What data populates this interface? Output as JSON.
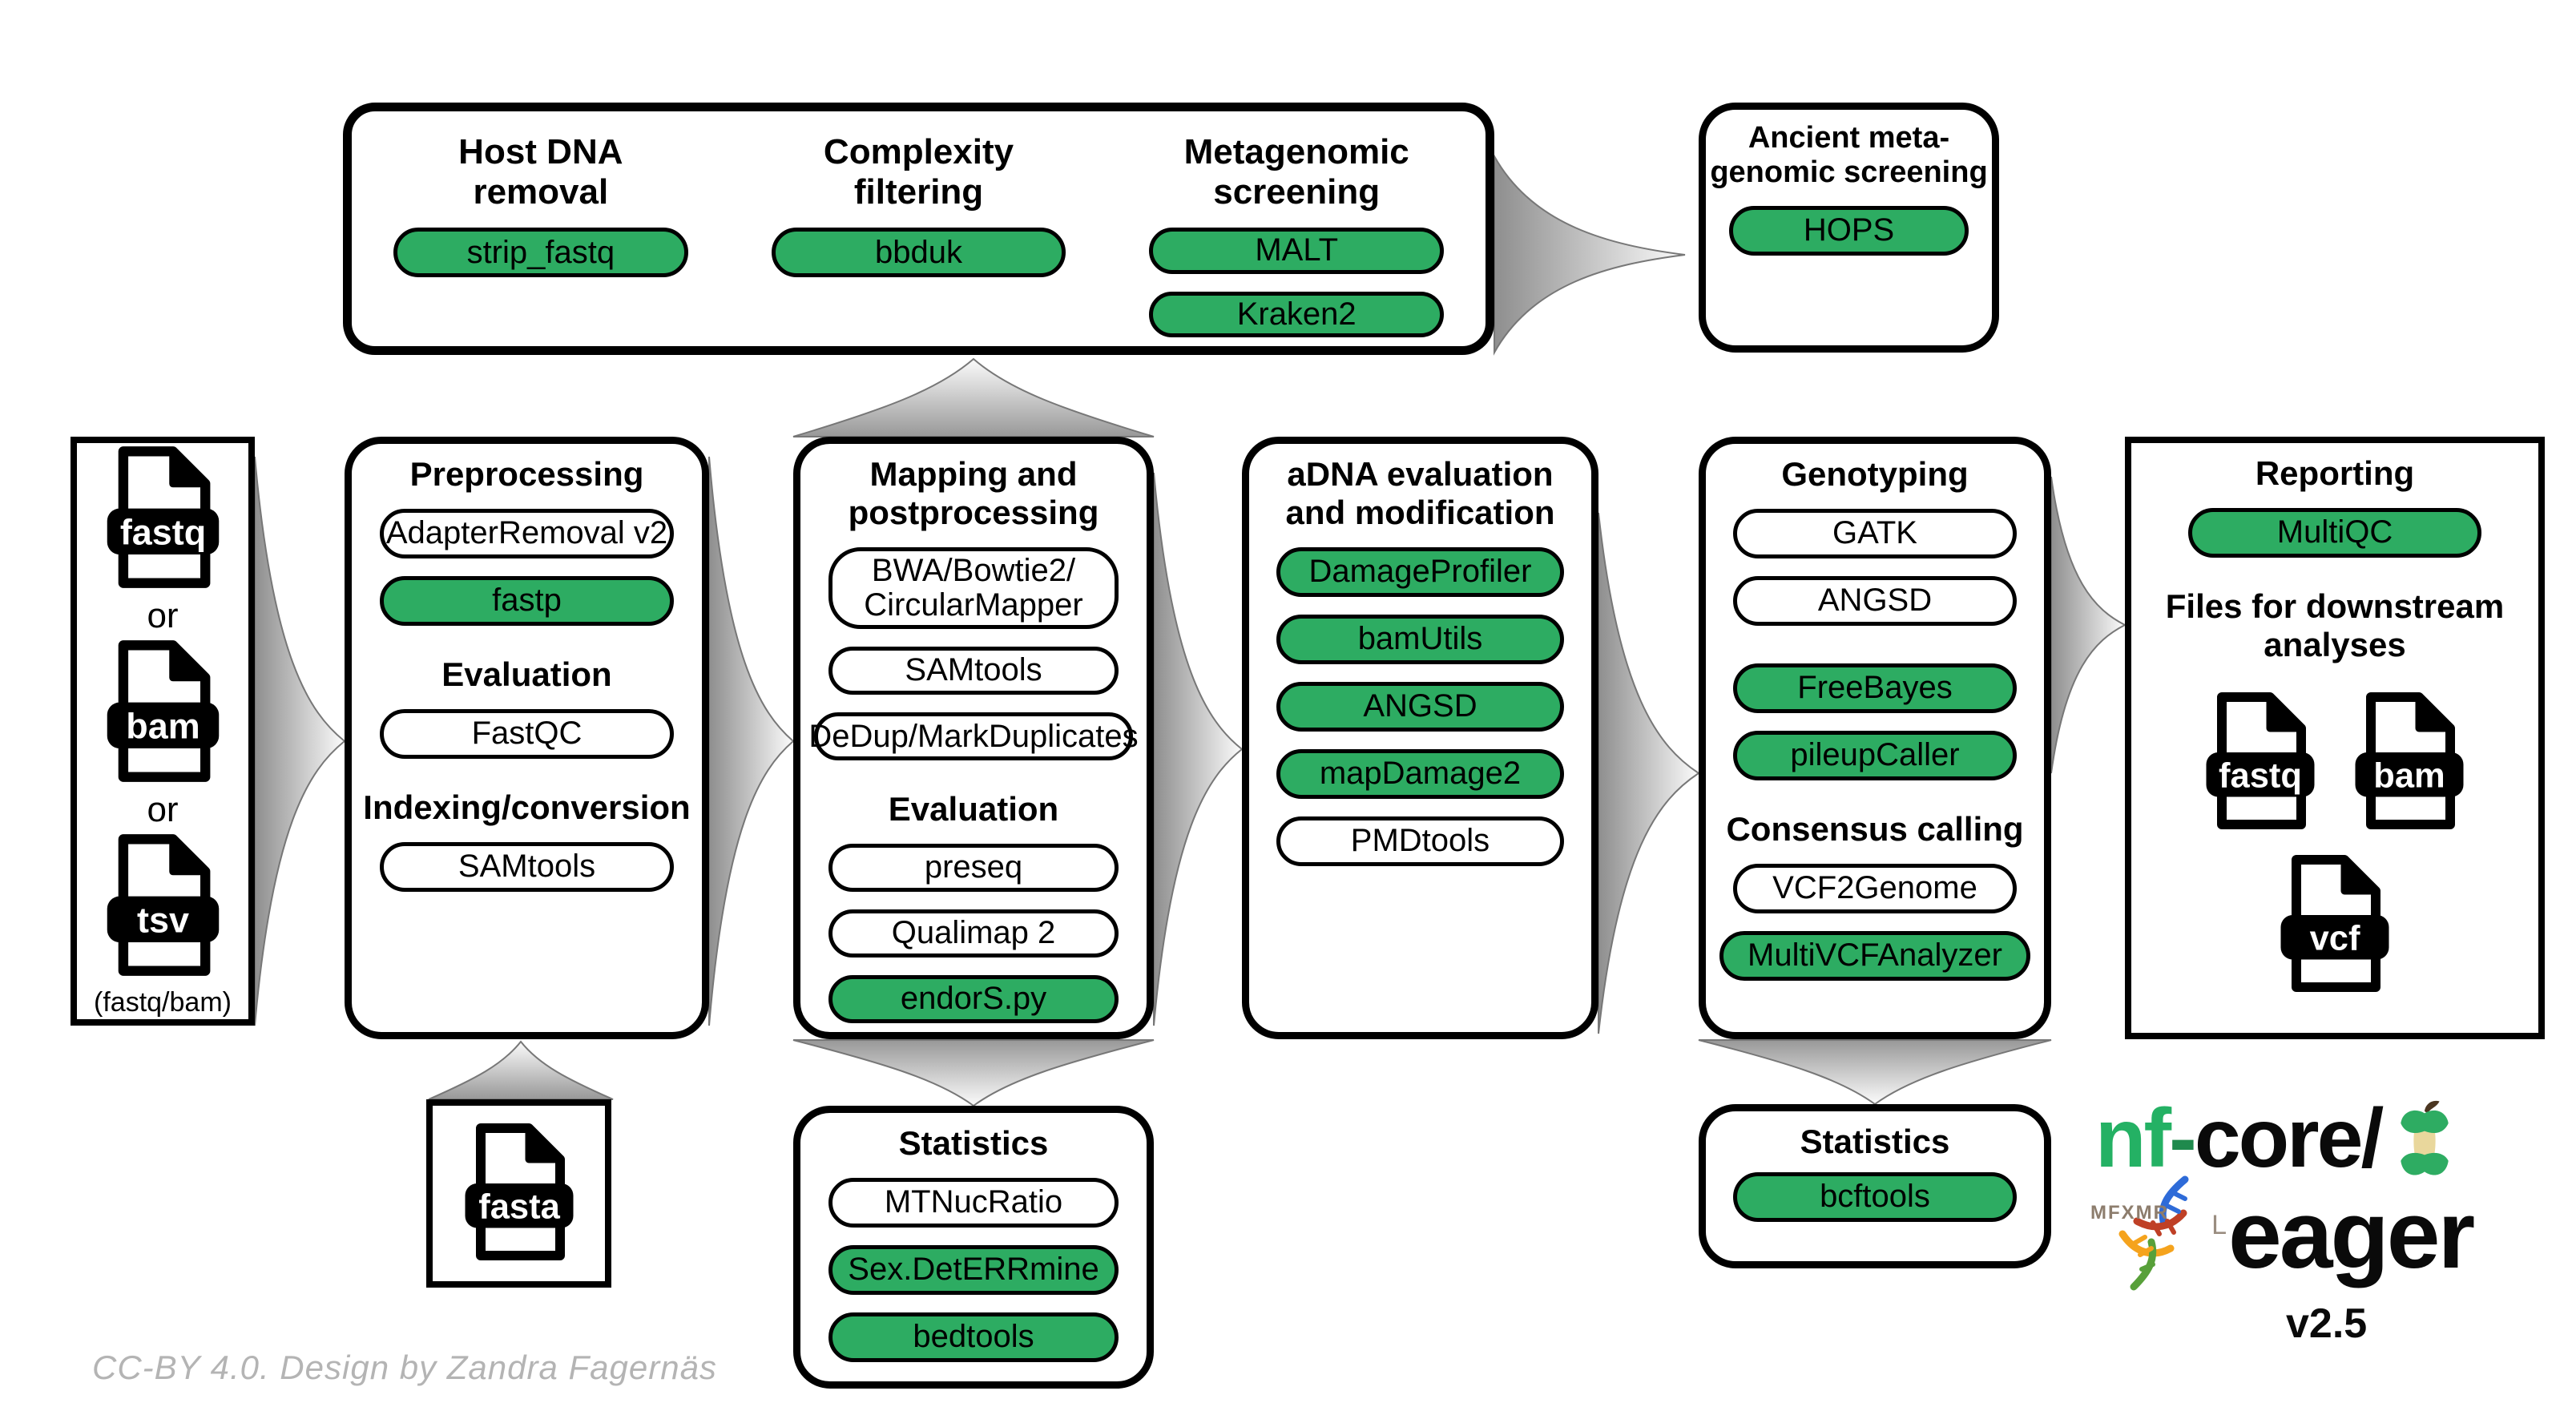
{
  "colors": {
    "pill_green": "#2dac62",
    "logo_green": "#24b164",
    "box_border": "#000000",
    "arrow_base_gray": "#8e8e8e",
    "arrow_tip_gray": "#fbfbfb",
    "credit_gray": "#b4b4b4",
    "apple_cream": "#e9d79c",
    "stem_brown": "#4b3621"
  },
  "panels": {
    "screening": {
      "columns": [
        {
          "items": [
            {
              "t": "h",
              "text": "Host DNA\nremoval"
            },
            {
              "t": "pill",
              "label": "strip_fastq",
              "green": true
            }
          ]
        },
        {
          "items": [
            {
              "t": "h",
              "text": "Complexity\nfiltering"
            },
            {
              "t": "pill",
              "label": "bbduk",
              "green": true
            }
          ]
        },
        {
          "items": [
            {
              "t": "h",
              "text": "Metagenomic\nscreening"
            },
            {
              "t": "pill",
              "label": "MALT",
              "green": true
            },
            {
              "t": "pill",
              "label": "Kraken2",
              "green": true
            }
          ]
        }
      ]
    },
    "ancient": {
      "items": [
        {
          "t": "h",
          "text": "Ancient meta-\ngenomic screening"
        },
        {
          "t": "pill",
          "label": "HOPS",
          "green": true
        }
      ]
    },
    "input": {
      "items": [
        {
          "t": "file",
          "label": "fastq"
        },
        {
          "t": "or",
          "text": "or"
        },
        {
          "t": "file",
          "label": "bam"
        },
        {
          "t": "or",
          "text": "or"
        },
        {
          "t": "file",
          "label": "tsv"
        },
        {
          "t": "note",
          "text": "(fastq/bam)"
        }
      ]
    },
    "preprocessing": {
      "items": [
        {
          "t": "h",
          "text": "Preprocessing"
        },
        {
          "t": "pill",
          "label": "AdapterRemoval v2"
        },
        {
          "t": "pill",
          "label": "fastp",
          "green": true
        },
        {
          "t": "h",
          "text": "Evaluation"
        },
        {
          "t": "pill",
          "label": "FastQC"
        },
        {
          "t": "h",
          "text": "Indexing/conversion"
        },
        {
          "t": "pill",
          "label": "SAMtools"
        }
      ]
    },
    "mapping": {
      "items": [
        {
          "t": "h",
          "text": "Mapping and\npostprocessing"
        },
        {
          "t": "pill",
          "label": "BWA/Bowtie2/\nCircularMapper",
          "tall": true
        },
        {
          "t": "pill",
          "label": "SAMtools"
        },
        {
          "t": "pill",
          "label": "DeDup/MarkDuplicates",
          "wide": true
        },
        {
          "t": "h",
          "text": "Evaluation"
        },
        {
          "t": "pill",
          "label": "preseq"
        },
        {
          "t": "pill",
          "label": "Qualimap 2"
        },
        {
          "t": "pill",
          "label": "endorS.py",
          "green": true
        }
      ]
    },
    "adna": {
      "items": [
        {
          "t": "h",
          "text": "aDNA evaluation\nand modification"
        },
        {
          "t": "pill",
          "label": "DamageProfiler",
          "green": true
        },
        {
          "t": "pill",
          "label": "bamUtils",
          "green": true
        },
        {
          "t": "pill",
          "label": "ANGSD",
          "green": true
        },
        {
          "t": "pill",
          "label": "mapDamage2",
          "green": true
        },
        {
          "t": "pill",
          "label": "PMDtools"
        }
      ]
    },
    "genotyping": {
      "items": [
        {
          "t": "h",
          "text": "Genotyping"
        },
        {
          "t": "pill",
          "label": "GATK"
        },
        {
          "t": "pill",
          "label": "ANGSD"
        },
        {
          "t": "pill",
          "label": "FreeBayes",
          "green": true,
          "gap": true
        },
        {
          "t": "pill",
          "label": "pileupCaller",
          "green": true
        },
        {
          "t": "h",
          "text": "Consensus calling"
        },
        {
          "t": "pill",
          "label": "VCF2Genome"
        },
        {
          "t": "pill",
          "label": "MultiVCFAnalyzer",
          "green": true,
          "wide": true
        }
      ]
    },
    "reporting": {
      "items": [
        {
          "t": "h",
          "text": "Reporting"
        },
        {
          "t": "pill",
          "label": "MultiQC",
          "green": true
        },
        {
          "t": "h",
          "text": "Files for downstream\nanalyses"
        },
        {
          "t": "filerow",
          "labels": [
            "fastq",
            "bam"
          ]
        },
        {
          "t": "file",
          "label": "vcf"
        }
      ]
    },
    "fasta": {
      "items": [
        {
          "t": "file",
          "label": "fasta"
        }
      ]
    },
    "stats_mapping": {
      "items": [
        {
          "t": "h",
          "text": "Statistics"
        },
        {
          "t": "pill",
          "label": "MTNucRatio"
        },
        {
          "t": "pill",
          "label": "Sex.DetERRmine",
          "green": true
        },
        {
          "t": "pill",
          "label": "bedtools",
          "green": true
        }
      ]
    },
    "stats_genotyping": {
      "items": [
        {
          "t": "h",
          "text": "Statistics"
        },
        {
          "t": "pill",
          "label": "bcftools",
          "green": true
        }
      ]
    }
  },
  "logo": {
    "green_part": "nf",
    "dash": "-",
    "black_part": "core/",
    "name": "eager",
    "version": "v2.5",
    "runes": "MFXMR",
    "rune_l": "L"
  },
  "footer": {
    "credit": "CC-BY 4.0. Design by Zandra Fagernäs"
  }
}
